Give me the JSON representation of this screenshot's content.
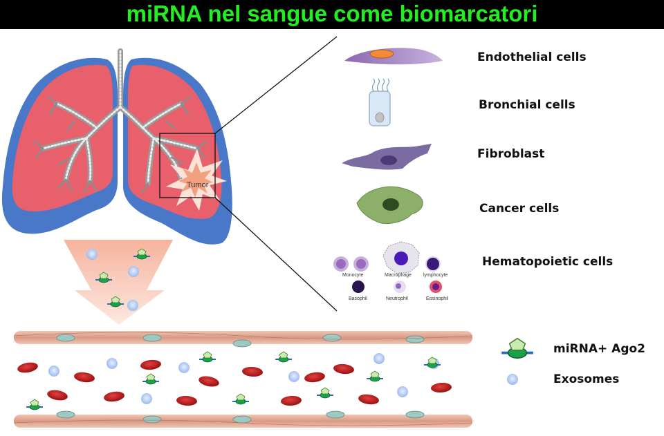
{
  "title": "miRNA nel sangue come biomarcatori",
  "tumor_label": "Tumor",
  "cell_types": [
    {
      "name": "Endothelial cells"
    },
    {
      "name": "Bronchial cells"
    },
    {
      "name": "Fibroblast"
    },
    {
      "name": "Cancer cells"
    },
    {
      "name": "Hematopoietic cells"
    }
  ],
  "blood_cells": [
    "Monocyte",
    "Macrophage",
    "lymphocyte",
    "Basophil",
    "Neutrophil",
    "Eosinophil"
  ],
  "legend": {
    "mirna": "miRNA+ Ago2",
    "exosomes": "Exosomes"
  },
  "colors": {
    "title_bg": "#000000",
    "title_text": "#22ee22",
    "lung_fill": "#e8606b",
    "lung_border": "#4a78c8",
    "rbc": "#b01818",
    "exosome": "#a9c4f2",
    "vessel_wall": "#dca08a"
  }
}
